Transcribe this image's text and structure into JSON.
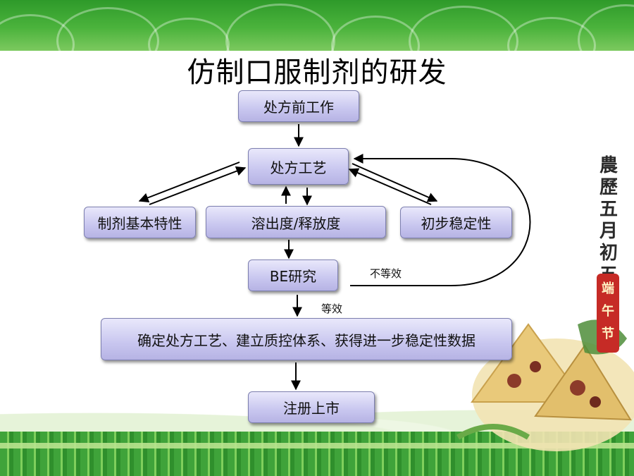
{
  "title": "仿制口服制剂的研发",
  "decor": {
    "side_text": [
      "農",
      "歷",
      "五",
      "月",
      "初",
      "五"
    ],
    "badge_text": [
      "端",
      "午",
      "节"
    ]
  },
  "nodes": {
    "preformulation": "处方前工作",
    "process": "处方工艺",
    "basic_props": "制剂基本特性",
    "dissolution": "溶出度/释放度",
    "stability": "初步稳定性",
    "be_study": "BE研究",
    "finalize": "确定处方工艺、建立质控体系、获得进一步稳定性数据",
    "market": "注册上市"
  },
  "edge_labels": {
    "not_equivalent": "不等效",
    "equivalent": "等效"
  },
  "colors": {
    "node_fill_top": "#e9e8fb",
    "node_fill_bottom": "#b6b3e4",
    "node_border": "#7d7fb0",
    "brand_green": "#3fa33a",
    "badge_red": "#c62b26"
  }
}
